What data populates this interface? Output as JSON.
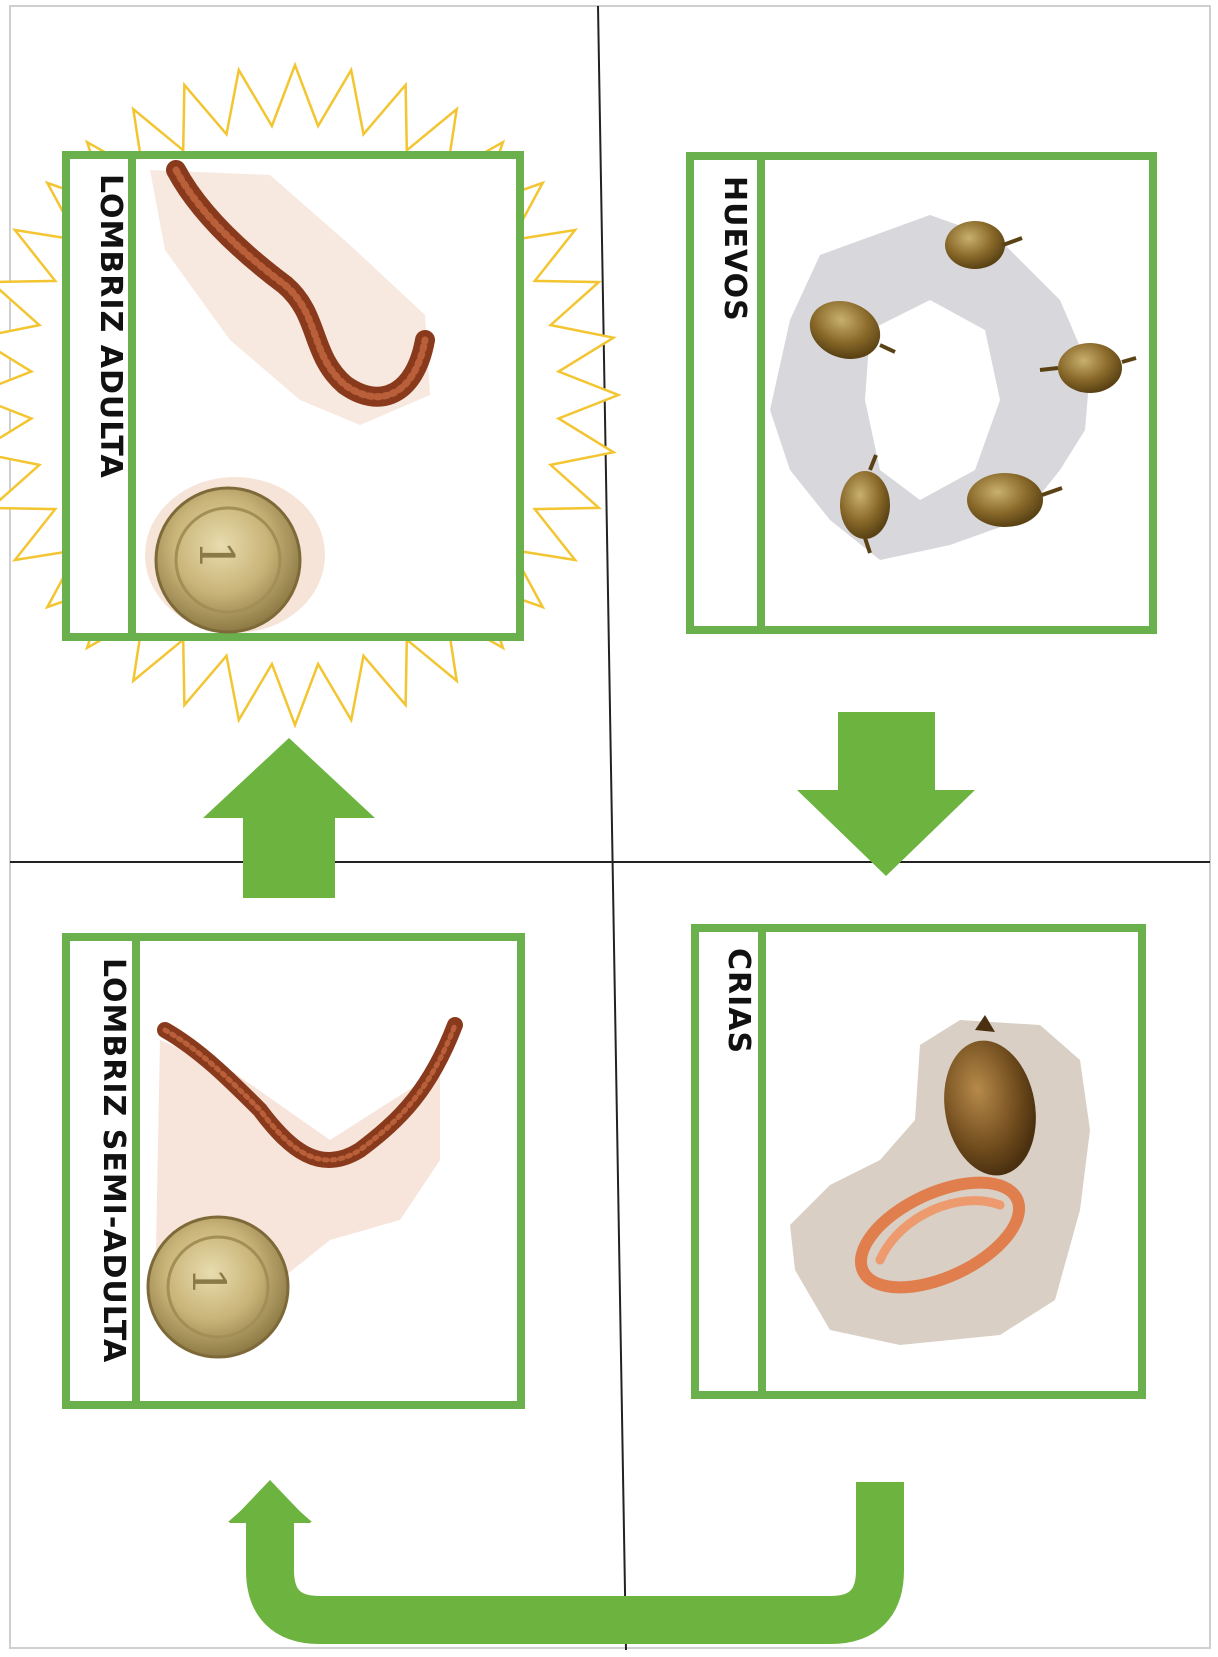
{
  "stages": {
    "adulta": {
      "label": "LOMBRIZ ADULTA"
    },
    "huevos": {
      "label": "HUEVOS"
    },
    "crias": {
      "label": "CRIAS"
    },
    "semi": {
      "label": "LOMBRIZ SEMI-ADULTA"
    }
  },
  "colors": {
    "frame": "#6ab04c",
    "arrow": "#6db33f",
    "sun": "#f2c531",
    "grid_line": "#222222"
  }
}
